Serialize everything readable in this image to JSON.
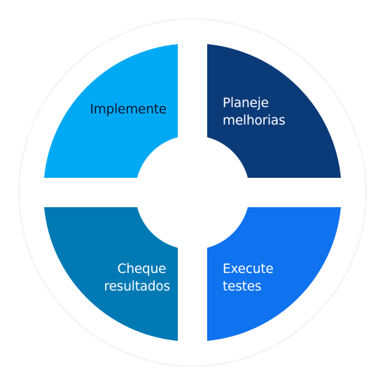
{
  "diagram": {
    "type": "cycle",
    "segments": [
      {
        "id": "planeje",
        "position": "top-right",
        "lines": [
          "Planeje",
          "melhorias"
        ],
        "fill": "#0b3a78",
        "text_color": "#ffffff"
      },
      {
        "id": "execute",
        "position": "bottom-right",
        "lines": [
          "Execute",
          "testes"
        ],
        "fill": "#0f72ee",
        "text_color": "#ffffff"
      },
      {
        "id": "cheque",
        "position": "bottom-left",
        "lines": [
          "Cheque",
          "resultados"
        ],
        "fill": "#0079b4",
        "text_color": "#ffffff"
      },
      {
        "id": "implemente",
        "position": "top-left",
        "lines": [
          "Implemente"
        ],
        "fill": "#00a9f4",
        "text_color": "#0b1a33"
      }
    ]
  }
}
